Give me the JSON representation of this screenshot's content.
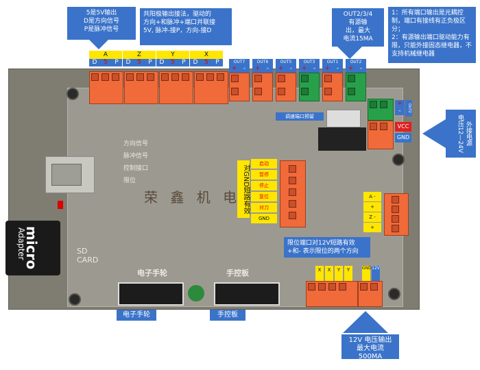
{
  "callouts": {
    "signal_out": [
      "5是5V输出",
      "D是方向信号",
      "P是脉冲信号"
    ],
    "common_anode": [
      "共阳极输出接法，驱动的",
      "方向+和脉冲+端口并联接",
      "5V, 脉冲-接P，方向-接D"
    ],
    "out_source": [
      "OUT2/3/4",
      "有源输",
      "出，最大",
      "电流15MA"
    ],
    "notes": [
      "1：所有端口输出是光耦控",
      "制，端口有接线有正负极区",
      "分；",
      "2：有源输出端口驱动能力有",
      "限，只能外接固态继电器，不",
      "支持机械继电器"
    ],
    "ext_power": [
      "外接电源",
      "电压12—24V"
    ],
    "limit_note": [
      "限位端口对12V短路有效",
      "+和- 表示限位的两个方向"
    ],
    "output_12v": [
      "12V 电压输出",
      "最大电流500MA"
    ],
    "gnd_short": "对GND短路有效"
  },
  "axes": [
    {
      "name": "A",
      "pins": [
        "D",
        "5",
        "P"
      ]
    },
    {
      "name": "Z",
      "pins": [
        "D",
        "5",
        "P"
      ]
    },
    {
      "name": "Y",
      "pins": [
        "D",
        "5",
        "P"
      ]
    },
    {
      "name": "X",
      "pins": [
        "D",
        "5",
        "P"
      ]
    }
  ],
  "outputs": [
    {
      "name": "OUT7",
      "pins": [
        "+",
        "-"
      ]
    },
    {
      "name": "OUT6",
      "pins": [
        "+",
        "-"
      ]
    },
    {
      "name": "OUT5",
      "pins": [
        "+",
        "-"
      ]
    },
    {
      "name": "OUT3",
      "pins": [
        "+",
        "-"
      ]
    },
    {
      "name": "OUT1",
      "pins": [
        "+",
        "-"
      ]
    },
    {
      "name": "OUT2",
      "pins": [
        "+",
        "-"
      ]
    }
  ],
  "out2_side": {
    "name": "OUT2",
    "pins": [
      "+",
      "-"
    ]
  },
  "power": {
    "vcc": "VCC",
    "gnd": "GND"
  },
  "speed_port": "调速端口预留",
  "control_inputs": [
    "启动",
    "暂停",
    "停止",
    "复位",
    "对刀",
    "GND"
  ],
  "limit_pins": [
    "A -",
    "+",
    "Z -",
    "+"
  ],
  "bottom_terms": [
    "X",
    "X",
    "Y",
    "Y",
    "GND",
    "12V"
  ],
  "silk": {
    "manual": "电子手轮",
    "pad": "手控板",
    "card": "SD CARD",
    "sd_word": "micro",
    "sd_sub": "Adapter",
    "watermark": "荣 鑫 机 电",
    "board_text": [
      "方向信号",
      "脉冲信号",
      "控制接口",
      "限位"
    ]
  },
  "labels": {
    "manual_wheel": "电子手轮",
    "hand_pad": "手控板"
  }
}
